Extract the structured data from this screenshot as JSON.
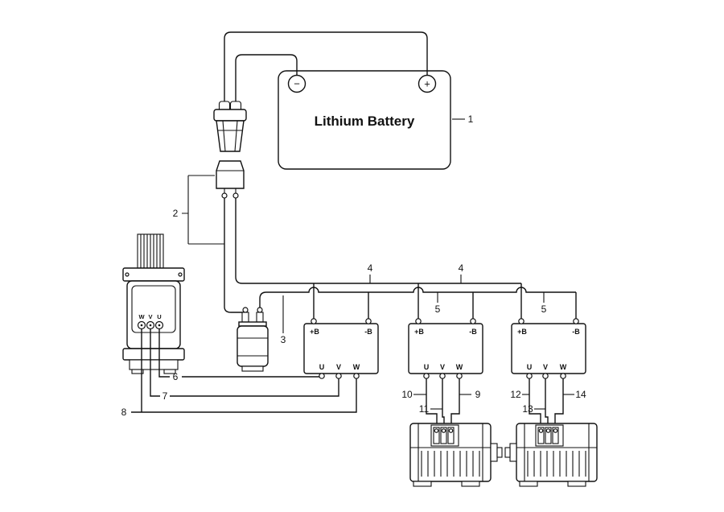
{
  "diagram": {
    "type": "wiring-diagram",
    "background": "#ffffff",
    "line_color": "#111111"
  },
  "battery": {
    "title": "Lithium Battery",
    "minus_symbol": "−",
    "plus_symbol": "+"
  },
  "left_device": {
    "terminals": [
      "W",
      "V",
      "U"
    ]
  },
  "controllers": [
    {
      "pos": "+B",
      "neg": "-B",
      "phases": [
        "U",
        "V",
        "W"
      ]
    },
    {
      "pos": "+B",
      "neg": "-B",
      "phases": [
        "U",
        "V",
        "W"
      ]
    },
    {
      "pos": "+B",
      "neg": "-B",
      "phases": [
        "U",
        "V",
        "W"
      ]
    }
  ],
  "callouts": {
    "c1": "1",
    "c2": "2",
    "c3": "3",
    "c4a": "4",
    "c4b": "4",
    "c5a": "5",
    "c5b": "5",
    "c6": "6",
    "c7": "7",
    "c8": "8",
    "c9": "9",
    "c10": "10",
    "c11": "11",
    "c12": "12",
    "c13": "13",
    "c14": "14"
  }
}
